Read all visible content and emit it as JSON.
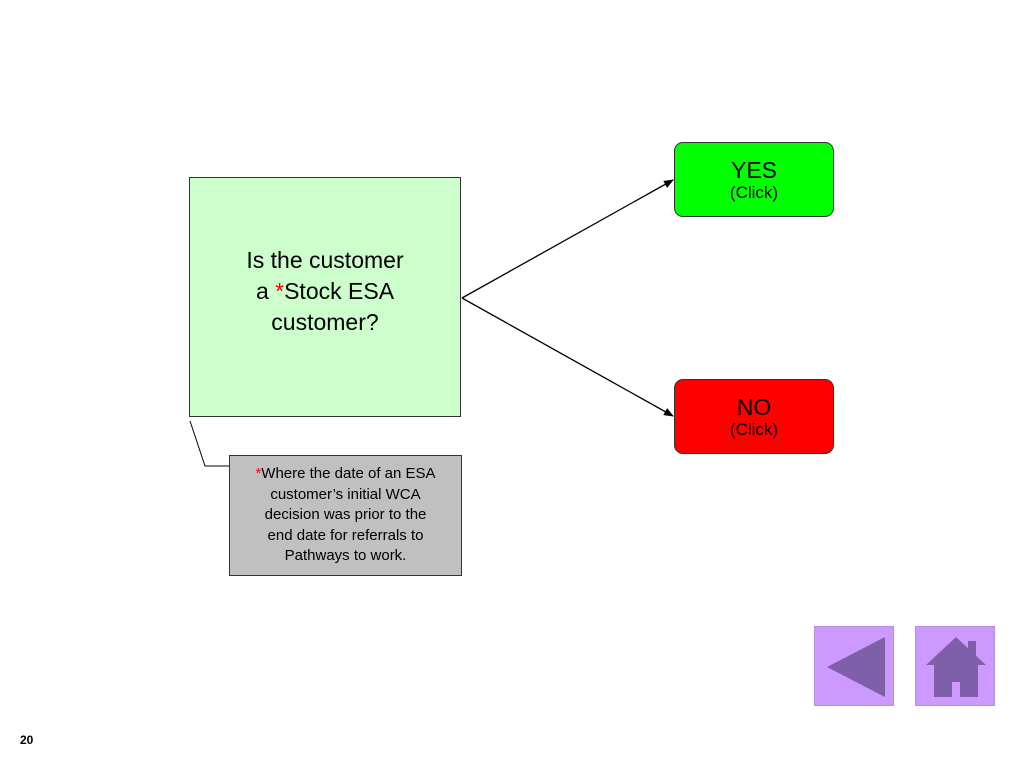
{
  "question": {
    "line1": "Is the customer",
    "line2_prefix": "a ",
    "asterisk": "*",
    "line2_suffix": "Stock ESA",
    "line3": "customer?"
  },
  "choices": {
    "yes": {
      "label": "YES",
      "sub": "(Click)",
      "color": "#00ff00"
    },
    "no": {
      "label": "NO",
      "sub": "(Click)",
      "color": "#ff0000"
    }
  },
  "note": {
    "asterisk": "*",
    "line1": "Where the date of an ESA",
    "line2": "customer’s initial WCA",
    "line3": "decision was prior to the",
    "line4": "end date for referrals to",
    "line5": "Pathways to work."
  },
  "nav": {
    "back_icon": "back-arrow-icon",
    "home_icon": "home-icon",
    "button_color": "#cc99ff",
    "icon_color": "#7f5fa8"
  },
  "slide_number": "20"
}
